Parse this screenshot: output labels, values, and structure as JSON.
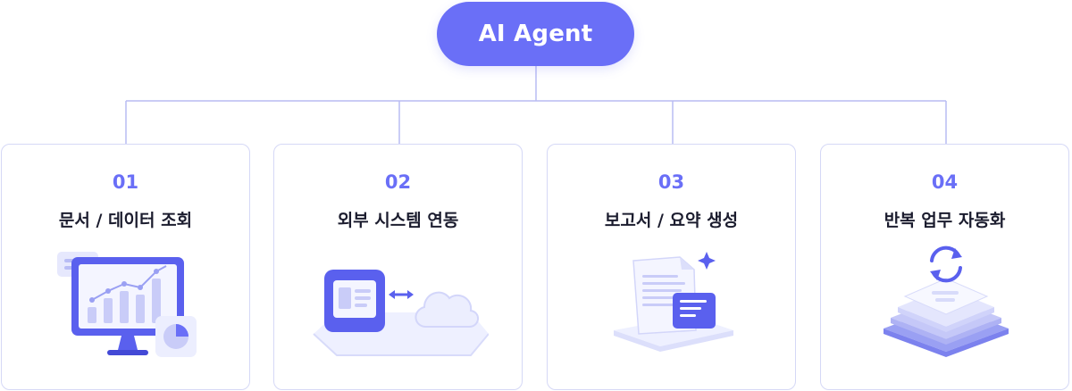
{
  "root": {
    "label": "AI Agent"
  },
  "cards": [
    {
      "number": "01",
      "title": "문서 / 데이터 조회"
    },
    {
      "number": "02",
      "title": "외부 시스템 연동"
    },
    {
      "number": "03",
      "title": "보고서 / 요약 생성"
    },
    {
      "number": "04",
      "title": "반복 업무 자동화"
    }
  ],
  "colors": {
    "accent": "#6a6ff7",
    "connector": "#b9bcf2",
    "card_border": "#d5d8f6",
    "title_text": "#1b1c2e"
  },
  "icons": [
    "chart-monitor-icon",
    "system-cloud-sync-icon",
    "report-document-icon",
    "sync-stack-icon"
  ]
}
